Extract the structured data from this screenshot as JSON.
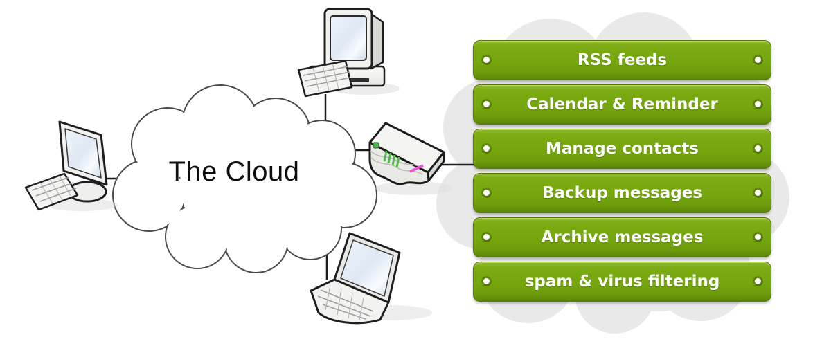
{
  "cloud": {
    "label": "The Cloud"
  },
  "banners": {
    "items": [
      {
        "label": "RSS feeds"
      },
      {
        "label": "Calendar & Reminder"
      },
      {
        "label": "Manage contacts"
      },
      {
        "label": "Backup messages"
      },
      {
        "label": "Archive messages"
      },
      {
        "label": "spam & virus filtering"
      }
    ]
  },
  "icons": {
    "desktop_computer": "desktop-computer-icon",
    "workstation": "monitor-with-keyboard-icon",
    "laptop": "laptop-icon",
    "router": "router-icon",
    "rivet": "rivet-dot-icon",
    "cloud_shape": "cloud-shape",
    "background_cloud": "background-cloud-shape"
  },
  "colors": {
    "banner_green": "#75a60d",
    "banner_green_highlight": "#96bc35",
    "banner_green_shadow": "#5d8507",
    "banner_text": "#ffffff",
    "background_cloud_gray": "#e9e9e9",
    "cloud_fill": "#ffffff",
    "cloud_outline": "#4a4a4a",
    "connection_line": "#1c1c1c",
    "router_led_green": "#4db848",
    "router_stripe_magenta": "#ea52da"
  }
}
